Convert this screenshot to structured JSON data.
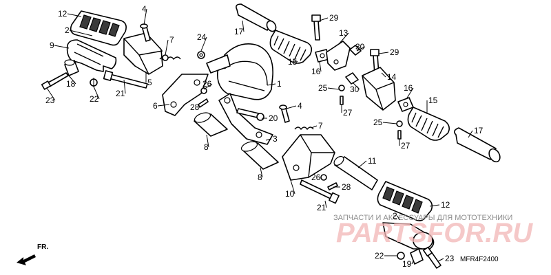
{
  "diagram": {
    "parts": [
      {
        "id": "c1",
        "label": "1"
      },
      {
        "id": "c2a",
        "label": "2"
      },
      {
        "id": "c2b",
        "label": "2"
      },
      {
        "id": "c3",
        "label": "3"
      },
      {
        "id": "c4a",
        "label": "4"
      },
      {
        "id": "c4b",
        "label": "4"
      },
      {
        "id": "c5",
        "label": "5"
      },
      {
        "id": "c6",
        "label": "6"
      },
      {
        "id": "c7a",
        "label": "7"
      },
      {
        "id": "c7b",
        "label": "7"
      },
      {
        "id": "c8a",
        "label": "8"
      },
      {
        "id": "c8b",
        "label": "8"
      },
      {
        "id": "c9",
        "label": "9"
      },
      {
        "id": "c10",
        "label": "10"
      },
      {
        "id": "c11",
        "label": "11"
      },
      {
        "id": "c12a",
        "label": "12"
      },
      {
        "id": "c12b",
        "label": "12"
      },
      {
        "id": "c13",
        "label": "13"
      },
      {
        "id": "c14",
        "label": "14"
      },
      {
        "id": "c15a",
        "label": "15"
      },
      {
        "id": "c15b",
        "label": "15"
      },
      {
        "id": "c16a",
        "label": "16"
      },
      {
        "id": "c16b",
        "label": "16"
      },
      {
        "id": "c17a",
        "label": "17"
      },
      {
        "id": "c17b",
        "label": "17"
      },
      {
        "id": "c18",
        "label": "18"
      },
      {
        "id": "c19",
        "label": "19"
      },
      {
        "id": "c20",
        "label": "20"
      },
      {
        "id": "c21a",
        "label": "21"
      },
      {
        "id": "c21b",
        "label": "21"
      },
      {
        "id": "c22a",
        "label": "22"
      },
      {
        "id": "c22b",
        "label": "22"
      },
      {
        "id": "c23a",
        "label": "23"
      },
      {
        "id": "c23b",
        "label": "23"
      },
      {
        "id": "c24",
        "label": "24"
      },
      {
        "id": "c25a",
        "label": "25"
      },
      {
        "id": "c25b",
        "label": "25"
      },
      {
        "id": "c26a",
        "label": "26"
      },
      {
        "id": "c26b",
        "label": "26"
      },
      {
        "id": "c27a",
        "label": "27"
      },
      {
        "id": "c27b",
        "label": "27"
      },
      {
        "id": "c28a",
        "label": "28"
      },
      {
        "id": "c28b",
        "label": "28"
      },
      {
        "id": "c29a",
        "label": "29"
      },
      {
        "id": "c29b",
        "label": "29"
      },
      {
        "id": "c30a",
        "label": "30"
      },
      {
        "id": "c30b",
        "label": "30"
      }
    ],
    "diagram_code": "MFR4F2400",
    "direction_label": "FR."
  },
  "watermark": {
    "caption": "ЗАПЧАСТИ И АКСЕССУАРЫ ДЛЯ МОТОТЕХНИКИ",
    "brand": "PARTSFOR.RU"
  }
}
